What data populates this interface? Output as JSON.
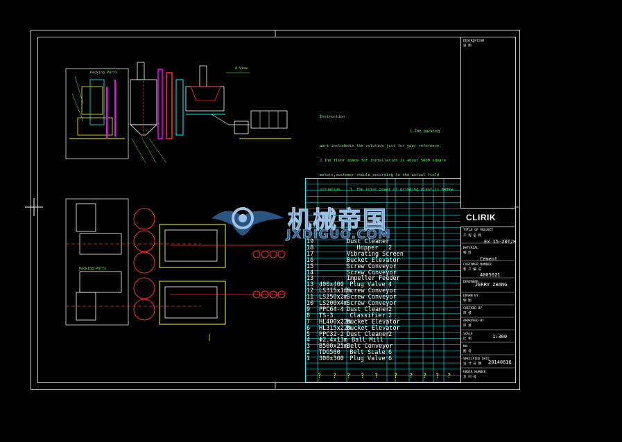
{
  "view_label": "A View",
  "packing_parts_top": "Packing Parts",
  "packing_parts_bottom": "Packing Parts",
  "instruction": {
    "title": "Instruction",
    "lines": [
      "1.The packing",
      "part includedin the solution just for your reference.",
      "2.The floor space for installation is about 5000 square",
      "meters,customer should according to the actual field",
      "situation.   3. The total power of grinding plant is 848Kw."
    ]
  },
  "bom_rows": [
    {
      "no": "19",
      "spec": "",
      "name": "Dust Cleaner",
      "qty": ""
    },
    {
      "no": "18",
      "spec": "",
      "name": "Hopper",
      "qty": "2"
    },
    {
      "no": "17",
      "spec": "",
      "name": "Vibrating Screen",
      "qty": ""
    },
    {
      "no": "16",
      "spec": "",
      "name": "Bucket Elevator",
      "qty": ""
    },
    {
      "no": "15",
      "spec": "",
      "name": "Screw Conveyor",
      "qty": ""
    },
    {
      "no": "14",
      "spec": "",
      "name": "Screw Conveyor",
      "qty": ""
    },
    {
      "no": "13",
      "spec": "",
      "name": "Impeller Feeder",
      "qty": ""
    },
    {
      "no": "13",
      "spec": "400x400",
      "name": "Plug Valve",
      "qty": "4"
    },
    {
      "no": "12",
      "spec": "LS315x16m",
      "name": "Screw Conveyor",
      "qty": ""
    },
    {
      "no": "11",
      "spec": "LS250x2m",
      "name": "Screw Conveyor",
      "qty": ""
    },
    {
      "no": "10",
      "spec": "LS200x4m",
      "name": "Screw Conveyor",
      "qty": ""
    },
    {
      "no": "9",
      "spec": "PPC64-4",
      "name": "Dust Cleaner",
      "qty": "2"
    },
    {
      "no": "8",
      "spec": "TS-3",
      "name": "Classifier",
      "qty": "2"
    },
    {
      "no": "7",
      "spec": "HL400x22m",
      "name": "Bucket Elevator",
      "qty": ""
    },
    {
      "no": "6",
      "spec": "HL315x22m",
      "name": "Bucket Elevator",
      "qty": ""
    },
    {
      "no": "5",
      "spec": "PPC32-2",
      "name": "Dust Cleaner",
      "qty": "2"
    },
    {
      "no": "4",
      "spec": "Φ2.4x13m",
      "name": "Ball Mill",
      "qty": ""
    },
    {
      "no": "3",
      "spec": "B500x25m",
      "name": "Belt Conveyor",
      "qty": ""
    },
    {
      "no": "2",
      "spec": "TDG500",
      "name": "Belt Scale",
      "qty": "6"
    },
    {
      "no": "1",
      "spec": "300x300",
      "name": "Plug Valve",
      "qty": "6"
    }
  ],
  "bom_bottom_marks": [
    "?",
    "?",
    "?",
    "?",
    "?",
    "?",
    "?",
    "?",
    "?",
    "?"
  ],
  "title_block": {
    "description_label": "DESCRIPTION",
    "description_cn": "说 明",
    "logo": "CLIRIK",
    "project_label": "TITLE OF PROJECT",
    "project_cn": "工 程 名 称",
    "project_value": "Ex 15-20T/H",
    "material_label": "MATERIAL",
    "material_cn": "物 料",
    "material_value": "Cement",
    "customer_label": "CUSTOMER NUMBER",
    "customer_cn": "客 户 编 号",
    "customer_value": "4005021",
    "designer_label": "DESIGNER",
    "designer_value": "JERRY ZHANG",
    "drawn_label": "DRAWN BY",
    "drawn_cn": "制 图",
    "checked_label": "CHECKED BY",
    "checked_cn": "审 核",
    "approved_label": "APPROVED BY",
    "approved_cn": "审 批",
    "scale_label": "SCALE",
    "scale_cn": "比 例",
    "scale_value": "1:300",
    "no_label": "NO.",
    "no_cn": "图 号",
    "date_label": "SPECIFIED DATE",
    "date_cn": "设 计 日 期",
    "date_value": "20140616",
    "order_label": "ORDER NUMBER",
    "order_cn": "合 同 号"
  },
  "watermark": {
    "cn": "机械帝国",
    "url": "JXDIGUO.COM"
  },
  "colors": {
    "background": "#000000",
    "cyan": "#00ffff",
    "red": "#ff3030",
    "magenta": "#ff00ff",
    "green": "#66ff66",
    "yellow": "#ffff00",
    "watermark": "#2e5f8f"
  }
}
